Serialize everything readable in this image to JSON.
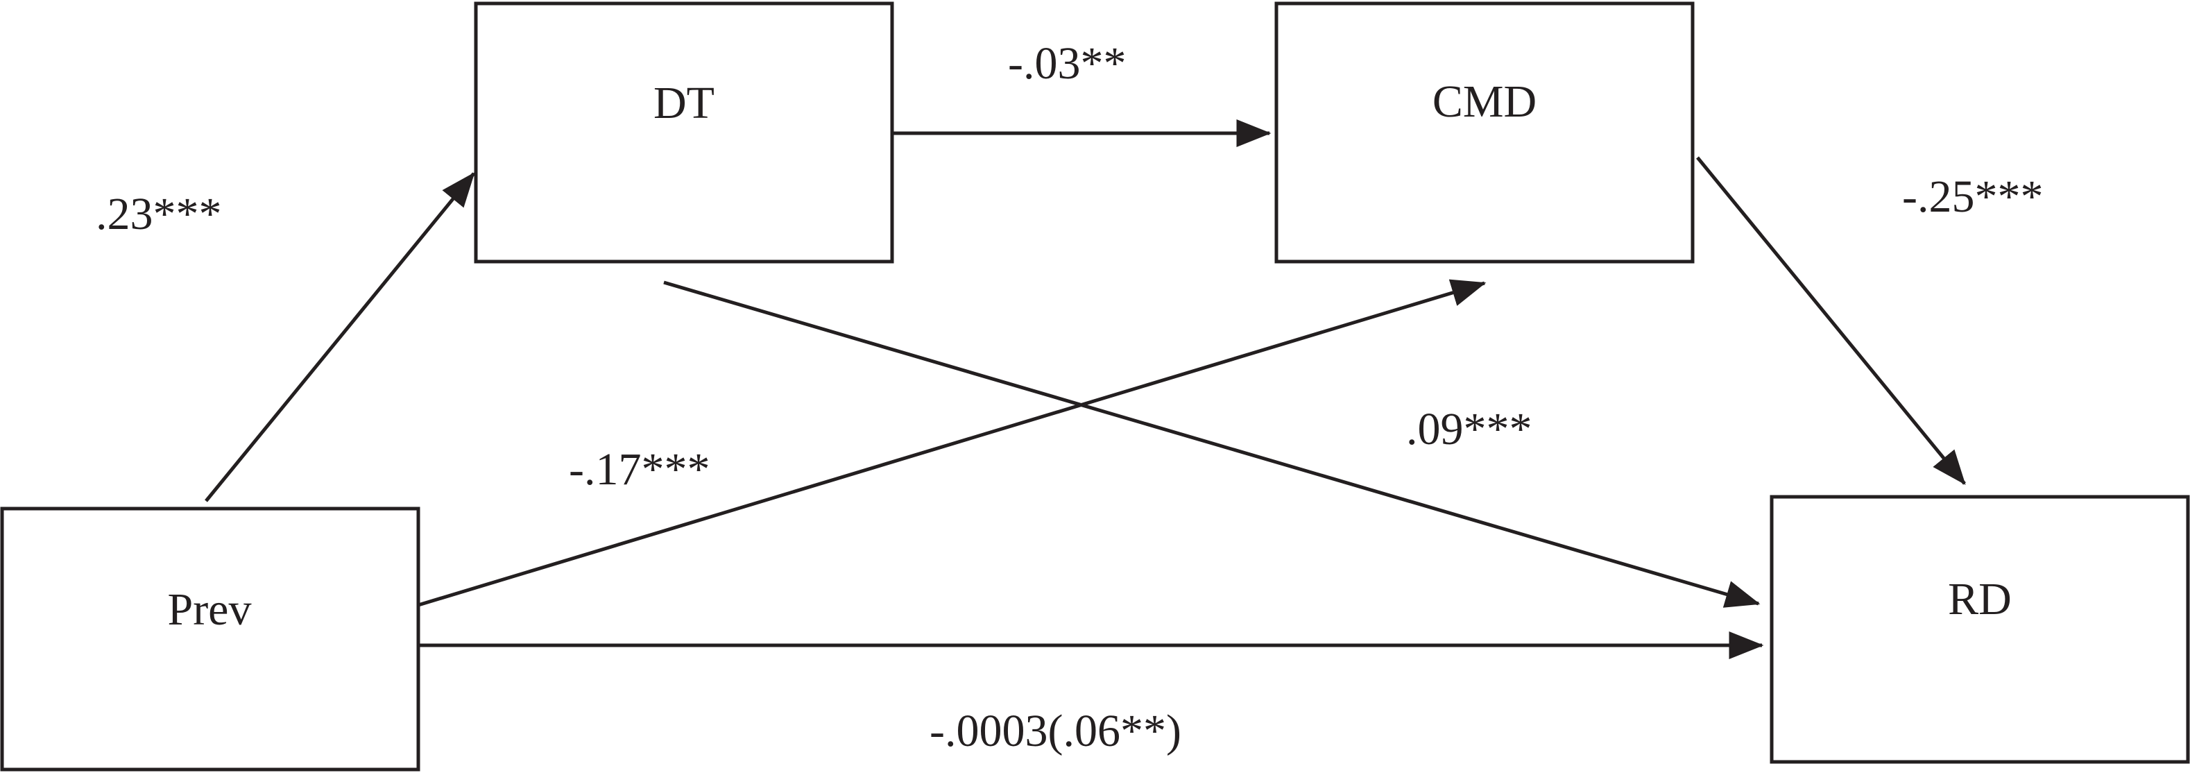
{
  "nodes": {
    "dt": {
      "label": "DT"
    },
    "cmd": {
      "label": "CMD"
    },
    "prev": {
      "label": "Prev"
    },
    "rd": {
      "label": "RD"
    }
  },
  "edges": {
    "prev_dt": {
      "from": "Prev",
      "to": "DT",
      "coefficient": ".23***"
    },
    "dt_cmd": {
      "from": "DT",
      "to": "CMD",
      "coefficient": "-.03**"
    },
    "cmd_rd": {
      "from": "CMD",
      "to": "RD",
      "coefficient": "-.25***"
    },
    "prev_cmd": {
      "from": "Prev",
      "to": "CMD",
      "coefficient": "-.17***"
    },
    "dt_rd": {
      "from": "DT",
      "to": "RD",
      "coefficient": ".09***"
    },
    "prev_rd": {
      "from": "Prev",
      "to": "RD",
      "coefficient": "-.0003(.06**)"
    }
  },
  "colors": {
    "ink": "#231f20",
    "background": "#ffffff"
  }
}
